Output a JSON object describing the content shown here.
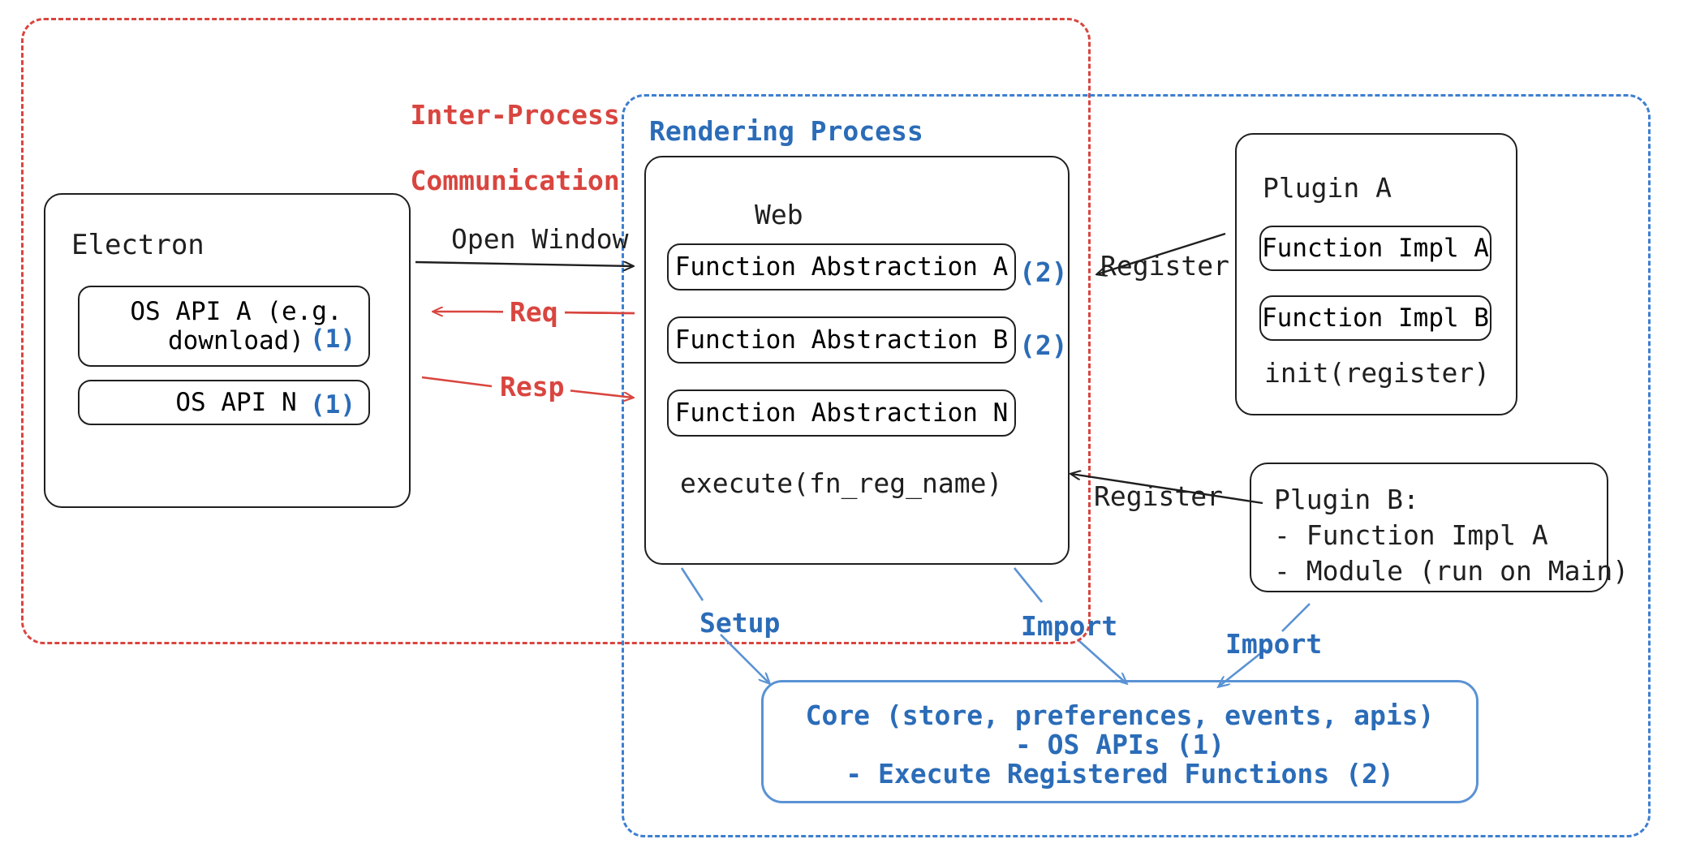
{
  "diagram": {
    "title": "Electron plugin architecture",
    "colors": {
      "ink": "#1f1f1f",
      "red": "#d9453f",
      "blue": "#2b6cb8",
      "blue_line": "#5a92d4",
      "blue_dash": "#3d7fd0"
    }
  },
  "regions": {
    "ipc": {
      "label_line1": "Inter-Process",
      "label_line2": "Communication"
    },
    "rendering": {
      "label": "Rendering Process"
    }
  },
  "electron": {
    "title": "Electron",
    "apis": [
      {
        "name": "OS API A (e.g.\ndownload)",
        "marker": "(1)"
      },
      {
        "name": "OS API N",
        "marker": "(1)"
      }
    ]
  },
  "web": {
    "title": "Web",
    "abstractions": [
      {
        "name": "Function Abstraction A",
        "marker": "(2)"
      },
      {
        "name": "Function Abstraction B",
        "marker": "(2)"
      },
      {
        "name": "Function Abstraction N",
        "marker": ""
      }
    ],
    "footer": "execute(fn_reg_name)"
  },
  "plugin_a": {
    "title": "Plugin A",
    "items": [
      "Function Impl A",
      "Function Impl B"
    ],
    "footer": "init(register)"
  },
  "plugin_b": {
    "title": "Plugin B:",
    "items": [
      "- Function Impl A",
      "- Module (run on Main)"
    ]
  },
  "core": {
    "line1": "Core (store, preferences, events, apis)",
    "line2": "- OS APIs (1)",
    "line3": "- Execute Registered Functions (2)"
  },
  "edges": {
    "open_window": "Open Window",
    "req": "Req",
    "resp": "Resp",
    "register_a": "Register",
    "register_b": "Register",
    "setup": "Setup",
    "import_web": "Import",
    "import_plugin": "Import"
  }
}
